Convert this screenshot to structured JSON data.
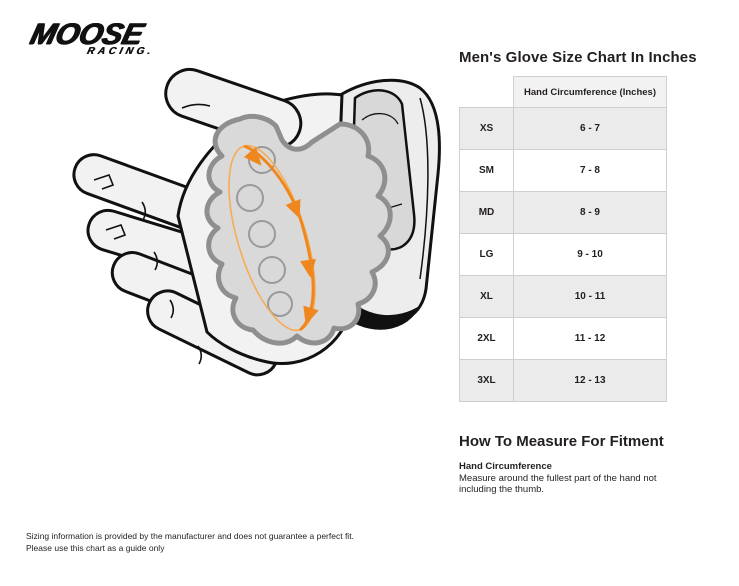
{
  "logo": {
    "brand": "MOOSE",
    "sub": "RACING."
  },
  "size_chart": {
    "title": "Men's Glove Size Chart In Inches",
    "column_header": "Hand Circumference (Inches)",
    "rows": [
      {
        "size": "XS",
        "range": "6 - 7"
      },
      {
        "size": "SM",
        "range": "7 - 8"
      },
      {
        "size": "MD",
        "range": "8 - 9"
      },
      {
        "size": "LG",
        "range": "9 - 10"
      },
      {
        "size": "XL",
        "range": "10 - 11"
      },
      {
        "size": "2XL",
        "range": "11 - 12"
      },
      {
        "size": "3XL",
        "range": "12 - 13"
      }
    ]
  },
  "fitment": {
    "title": "How To Measure For Fitment",
    "measure_label": "Hand Circumference",
    "measure_text": "Measure around the fullest part of the hand not including the thumb."
  },
  "footer": {
    "line1": "Sizing information is provided by the manufacturer and does not guarantee a perfect fit.",
    "line2": "Please use this chart as a guide only"
  },
  "illustration": {
    "subject": "glove palm with hand-circumference measurement loop",
    "measurement": "hand-circumference",
    "arrow_count": 4
  },
  "colors": {
    "accent_orange": "#F0871E",
    "accent_orange_light": "#F6AC55",
    "row_alt_bg": "#EBEBEB",
    "header_bg": "#F2F2F2",
    "table_border": "#CFCFCF",
    "text": "#231F20",
    "glove_light": "#F2F2F2",
    "glove_pad": "#D9D9D9"
  }
}
